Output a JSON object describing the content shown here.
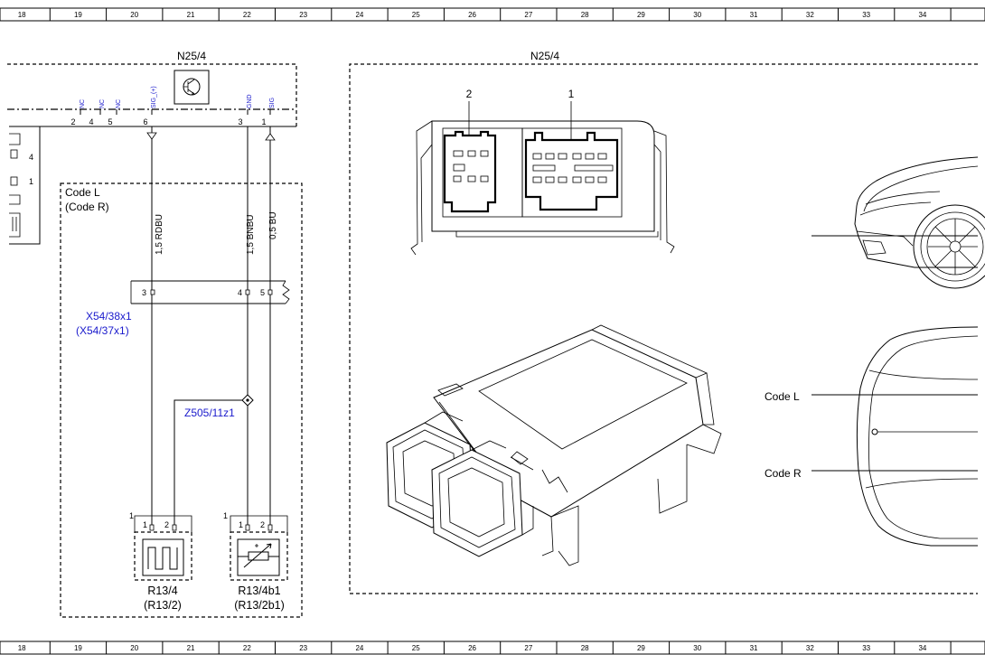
{
  "ruler": {
    "labels": [
      "18",
      "19",
      "20",
      "21",
      "22",
      "23",
      "24",
      "25",
      "26",
      "27",
      "28",
      "29",
      "30",
      "31",
      "32",
      "33",
      "34"
    ]
  },
  "module": {
    "id": "N25/4",
    "pins": [
      {
        "num": "2",
        "signal": "NC"
      },
      {
        "num": "4",
        "signal": "NC"
      },
      {
        "num": "5",
        "signal": "NC"
      },
      {
        "num": "6",
        "signal": "SIG_(+)"
      },
      {
        "num": "3",
        "signal": "GND"
      },
      {
        "num": "1",
        "signal": "SIG"
      }
    ],
    "side_pins": [
      "4",
      "1"
    ]
  },
  "code_box": {
    "line1": "Code L",
    "line2": "(Code R)"
  },
  "wires": {
    "w1": "1,5 RDBU",
    "w2": "1,5 BNBU",
    "w3": "0,5 BU"
  },
  "connector_x54": {
    "label1": "X54/38x1",
    "label2": "(X54/37x1)",
    "pins": [
      "3",
      "4",
      "5"
    ]
  },
  "splice": {
    "label": "Z505/11z1"
  },
  "components": {
    "heater": {
      "marker": "1",
      "pins": [
        "1",
        "2"
      ],
      "label1": "R13/4",
      "label2": "(R13/2)"
    },
    "sensor": {
      "marker": "1",
      "pins": [
        "1",
        "2"
      ],
      "label1": "R13/4b1",
      "label2": "(R13/2b1)"
    }
  },
  "connector_view": {
    "title": "N25/4",
    "label_left": "2",
    "label_right": "1"
  },
  "car_views": {
    "code_l": "Code L",
    "code_r": "Code R"
  },
  "colors": {
    "ink": "#000000",
    "signal_blue": "#1a1acc"
  }
}
